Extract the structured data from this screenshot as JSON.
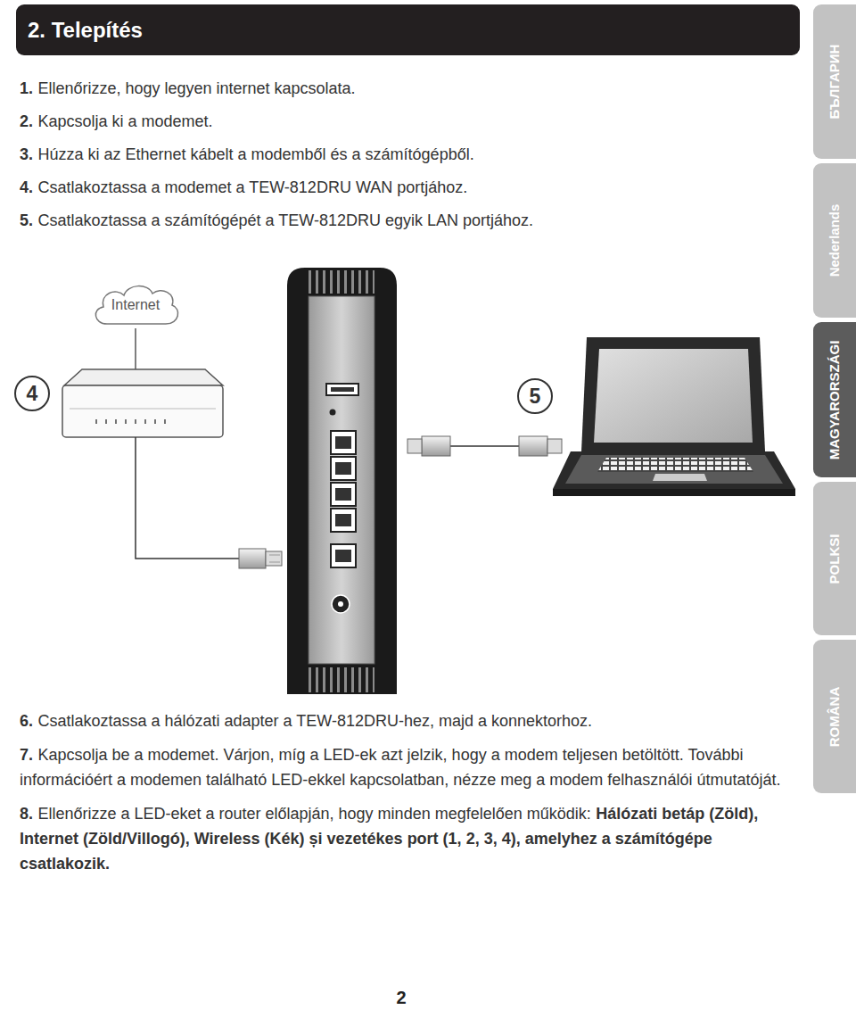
{
  "diagram": {
    "title": "2. Telepítés",
    "nodes": [
      {
        "text": [
          "Internet"
        ]
      },
      {
        "text": [
          "4"
        ]
      },
      {
        "text": [
          "5"
        ]
      },
      {
        "text": [
          "БЪЛГАРИН"
        ]
      },
      {
        "text": [
          "Nederlands"
        ]
      },
      {
        "text": [
          "MAGYARORSZÁGI"
        ]
      },
      {
        "text": [
          "POLKSI"
        ]
      },
      {
        "text": [
          "ROMÂNA"
        ]
      }
    ],
    "labels": [
      "1.",
      "Ellenőrizze, hogy legyen internet kapcsolata.",
      "2.",
      "Kapcsolja ki a modemet.",
      "3.",
      "Húzza ki az Ethernet kábelt a modemből és a számítógépből.",
      "4.",
      "Csatlakoztassa a modemet a TEW-812DRU WAN portjához.",
      "5.",
      "Csatlakoztassa a számítógépét a TEW-812DRU egyik LAN portjához.",
      "6.",
      "Csatlakoztassa a hálózati adapter a TEW-812DRU-hez, majd a konnektorhoz.",
      "7.",
      "Kapcsolja be a modemet. Várjon, míg a LED-ek azt jelzik, hogy a modem teljesen betöltött. További információért a modemen található LED-ekkel kapcsolatban, nézze meg a modem felhasználói útmutatóját.",
      "8.",
      "Ellenőrizze a LED-eket a router előlapján, hogy minden megfelelően működik:",
      "Hálózati betáp (Zöld), Internet (Zöld/Villogó), Wireless (Kék) și vezetékes port (1, 2, 3, 4), amelyhez a számítógépe csatlakozik.",
      "2"
    ]
  }
}
